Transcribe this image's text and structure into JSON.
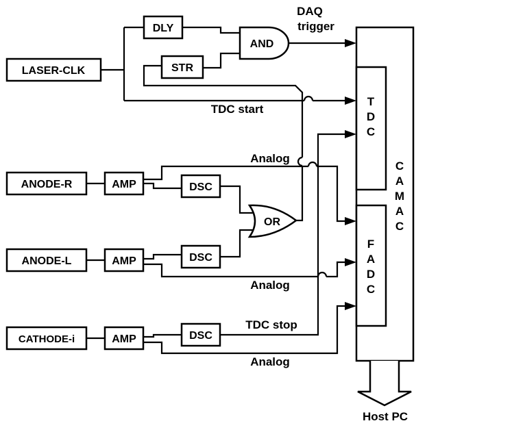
{
  "blocks": {
    "laser_clk": "LASER-CLK",
    "dly": "DLY",
    "str": "STR",
    "and": "AND",
    "or": "OR",
    "anode_r": "ANODE-R",
    "anode_l": "ANODE-L",
    "cathode_i": "CATHODE-i",
    "amp_1": "AMP",
    "amp_2": "AMP",
    "amp_3": "AMP",
    "dsc_1": "DSC",
    "dsc_2": "DSC",
    "dsc_3": "DSC"
  },
  "crate": {
    "camac_letters": [
      "C",
      "A",
      "M",
      "A",
      "C"
    ],
    "tdc_letters": [
      "T",
      "D",
      "C"
    ],
    "fadc_letters": [
      "F",
      "A",
      "D",
      "C"
    ]
  },
  "signals": {
    "daq_line1": "DAQ",
    "daq_line2": "trigger",
    "tdc_start": "TDC start",
    "tdc_stop": "TDC stop",
    "analog_1": "Analog",
    "analog_2": "Analog",
    "analog_3": "Analog"
  },
  "output": {
    "host_pc": "Host PC"
  }
}
